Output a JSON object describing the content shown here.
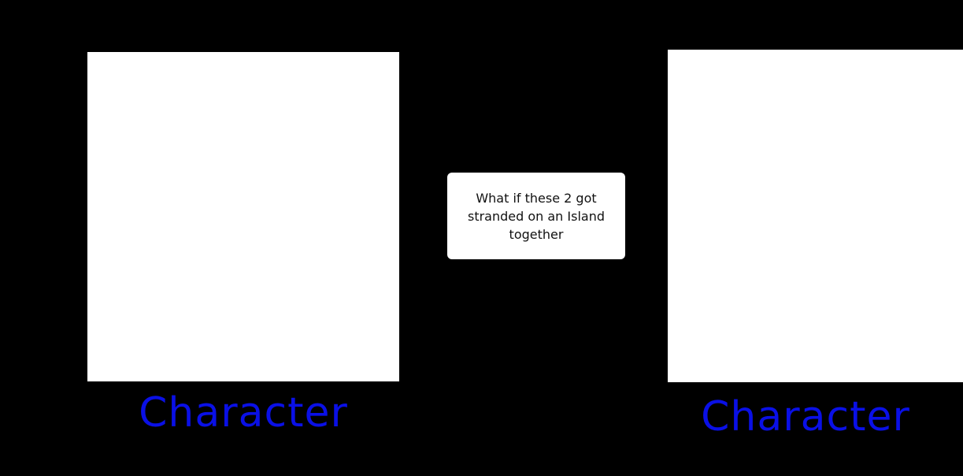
{
  "left_character": {
    "label": "Character"
  },
  "right_character": {
    "label": "Character"
  },
  "caption": {
    "text": "What if these 2 got stranded on an Island together"
  },
  "colors": {
    "background": "#000000",
    "panel": "#ffffff",
    "label": "#0a10e6"
  }
}
